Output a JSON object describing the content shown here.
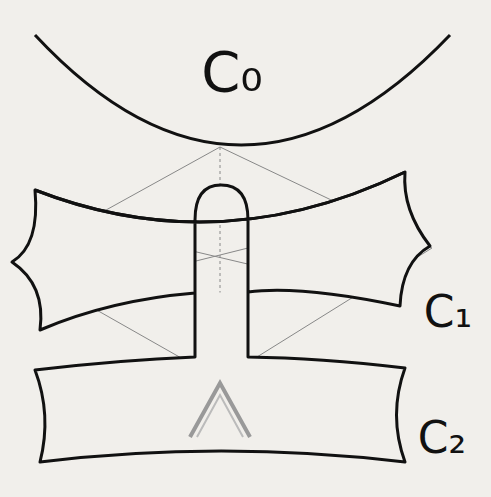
{
  "diagram": {
    "labels": [
      "C₀",
      "C₁",
      "C₂"
    ]
  }
}
